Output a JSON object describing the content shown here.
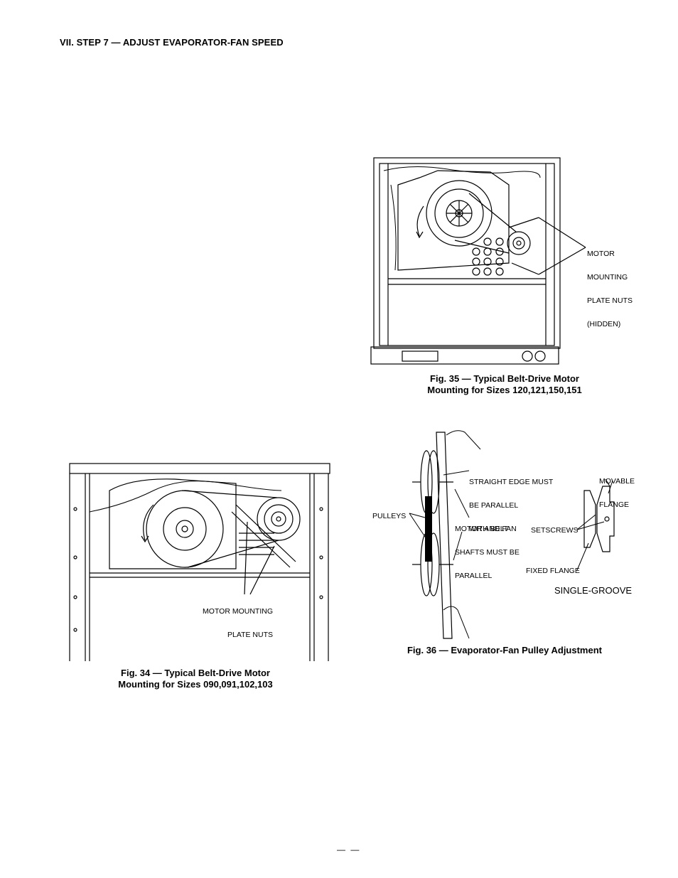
{
  "heading": "VII.  STEP 7 — ADJUST EVAPORATOR-FAN SPEED",
  "fig35": {
    "caption_line1": "Fig. 35 — Typical Belt-Drive Motor",
    "caption_line2": "Mounting for Sizes 120,121,150,151",
    "callout_line1": "MOTOR",
    "callout_line2": "MOUNTING",
    "callout_line3": "PLATE NUTS",
    "callout_line4": "(HIDDEN)"
  },
  "fig34": {
    "caption_line1": "Fig. 34 — Typical Belt-Drive Motor",
    "caption_line2": "Mounting for Sizes 090,091,102,103",
    "callout_line1": "MOTOR MOUNTING",
    "callout_line2": "PLATE NUTS"
  },
  "fig36": {
    "caption": "Fig. 36 — Evaporator-Fan Pulley Adjustment",
    "straight_edge_1": "STRAIGHT EDGE MUST",
    "straight_edge_2": "BE PARALLEL",
    "straight_edge_3": "WITH BELT",
    "pulleys": "PULLEYS",
    "shafts_1": "MOTOR AND FAN",
    "shafts_2": "SHAFTS MUST BE",
    "shafts_3": "PARALLEL",
    "movable_1": "MOVABLE",
    "movable_2": "FLANGE",
    "setscrews": "SETSCREWS",
    "fixed_flange": "FIXED FLANGE",
    "single_groove": "SINGLE-GROOVE"
  },
  "page_number": "— —"
}
